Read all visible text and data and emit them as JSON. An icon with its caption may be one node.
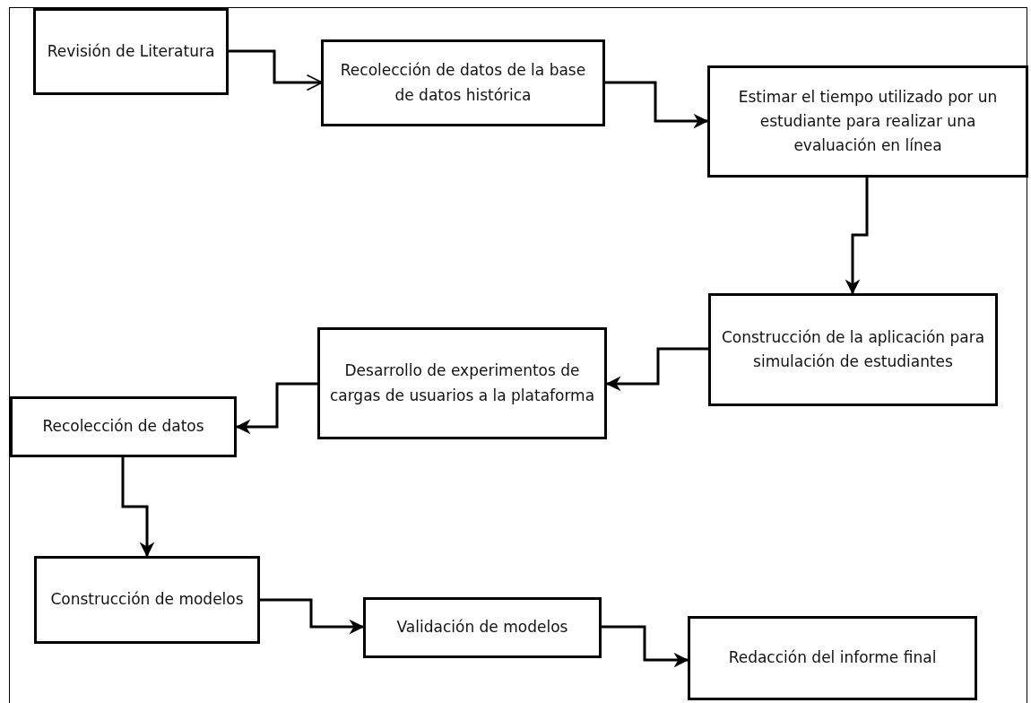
{
  "diagram": {
    "nodes": [
      {
        "text": [
          "Revisión de Literatura"
        ]
      },
      {
        "text": [
          "Recolección de datos de la base de datos histórica"
        ]
      },
      {
        "text": [
          "Estimar el tiempo utilizado por un estudiante para realizar una evaluación en línea"
        ]
      },
      {
        "text": [
          "Construcción de la aplicación para simulación de estudiantes"
        ]
      },
      {
        "text": [
          "Desarrollo de experimentos de cargas de usuarios a la plataforma"
        ]
      },
      {
        "text": [
          "Recolección de datos"
        ]
      },
      {
        "text": [
          "Construcción de modelos"
        ]
      },
      {
        "text": [
          "Validación de modelos"
        ]
      },
      {
        "text": [
          "Redacción del informe final"
        ]
      }
    ],
    "edges": [
      {
        "from": 0,
        "to": 1,
        "arrow": "to"
      },
      {
        "from": 1,
        "to": 2,
        "arrow": "to"
      },
      {
        "from": 2,
        "to": 3,
        "arrow": "to"
      },
      {
        "from": 3,
        "to": 4,
        "arrow": "to"
      },
      {
        "from": 4,
        "to": 5,
        "arrow": "to"
      },
      {
        "from": 5,
        "to": 6,
        "arrow": "to"
      },
      {
        "from": 6,
        "to": 7,
        "arrow": "to"
      },
      {
        "from": 7,
        "to": 8,
        "arrow": "to"
      }
    ]
  }
}
